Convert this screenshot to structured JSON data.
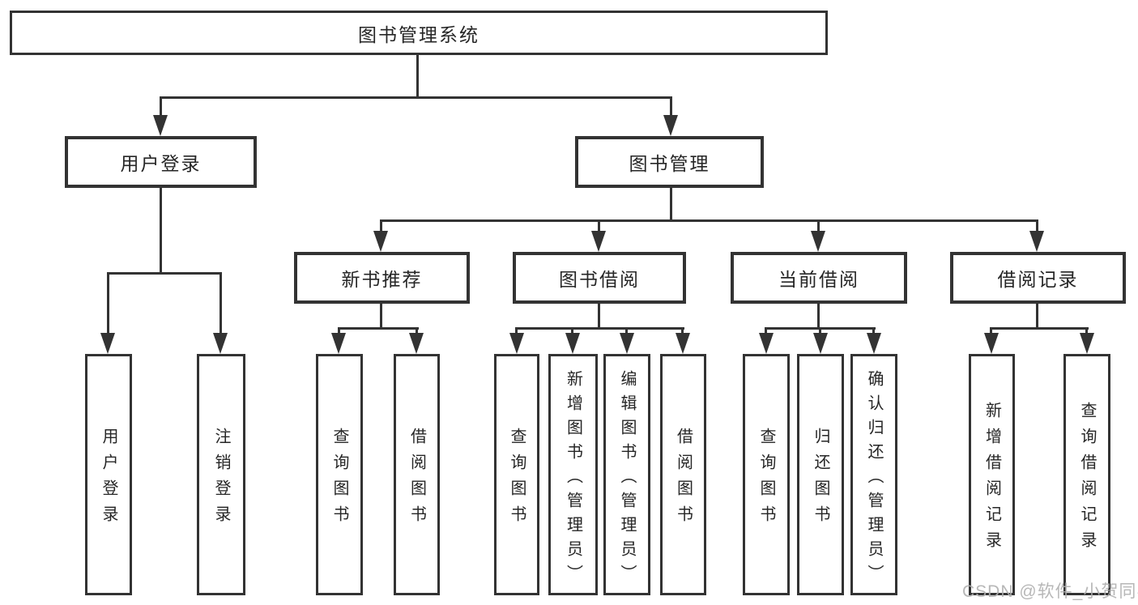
{
  "diagram": {
    "title": "图书管理系统",
    "branches": [
      {
        "label": "用户登录",
        "children": [
          {
            "label": "用户登录"
          },
          {
            "label": "注销登录"
          }
        ]
      },
      {
        "label": "图书管理",
        "children": [
          {
            "label": "新书推荐",
            "children": [
              {
                "label": "查询图书"
              },
              {
                "label": "借阅图书"
              }
            ]
          },
          {
            "label": "图书借阅",
            "children": [
              {
                "label": "查询图书"
              },
              {
                "label": "新增图书（管理员）"
              },
              {
                "label": "编辑图书（管理员）"
              },
              {
                "label": "借阅图书"
              }
            ]
          },
          {
            "label": "当前借阅",
            "children": [
              {
                "label": "查询图书"
              },
              {
                "label": "归还图书"
              },
              {
                "label": "确认归还（管理员）"
              }
            ]
          },
          {
            "label": "借阅记录",
            "children": [
              {
                "label": "新增借阅记录"
              },
              {
                "label": "查询借阅记录"
              }
            ]
          }
        ]
      }
    ]
  },
  "watermark": {
    "text": "CSDN @软件_小贺同学"
  },
  "colors": {
    "line": "#333333",
    "text": "#262626",
    "watermark": "#b0b0b0",
    "background": "#ffffff"
  }
}
